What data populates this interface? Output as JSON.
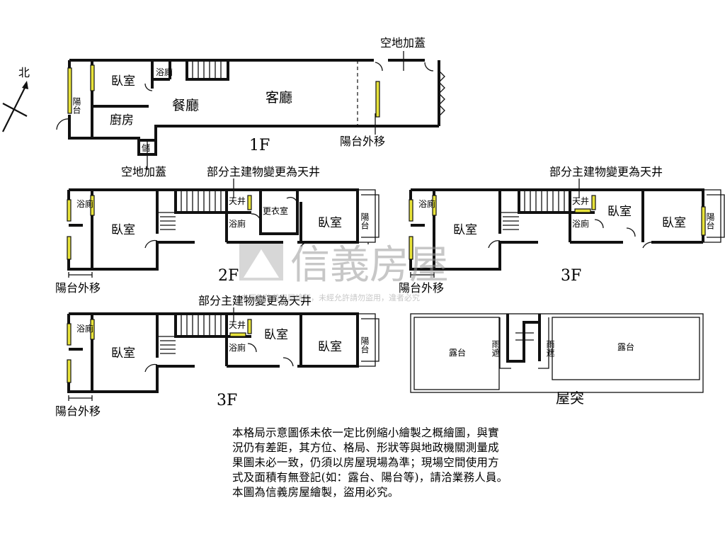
{
  "compass": {
    "north_label": "北"
  },
  "floor_1": {
    "floor_label": "1F",
    "rooms": {
      "bedroom": "臥室",
      "bath": "浴廁",
      "balcony": "陽台",
      "dining": "餐廳",
      "kitchen": "廚房",
      "living": "客廳",
      "storage": "儲"
    },
    "annotations": {
      "open_area_top": "空地加蓋",
      "open_area_bottom": "空地加蓋",
      "balcony_moved": "陽台外移"
    }
  },
  "floor_2": {
    "floor_label": "2F",
    "rooms": {
      "bath": "浴廁",
      "bedroom_left": "臥室",
      "skylight": "天井",
      "closet": "更衣室",
      "bath_mid": "浴廁",
      "bedroom_right": "臥室",
      "balcony": "陽台"
    },
    "annotations": {
      "skylight_change": "部分主建物變更為天井",
      "balcony_moved": "陽台外移"
    }
  },
  "floor_3a": {
    "floor_label": "3F",
    "rooms": {
      "bath": "浴廁",
      "bedroom_left": "臥室",
      "skylight": "天井",
      "bath_mid": "浴廁",
      "bedroom_mid": "臥室",
      "bedroom_right": "臥室",
      "balcony": "陽台"
    },
    "annotations": {
      "skylight_change": "部分主建物變更為天井",
      "balcony_moved": "陽台外移"
    }
  },
  "floor_3b": {
    "floor_label": "3F",
    "rooms": {
      "bath": "浴廁",
      "bedroom_left": "臥室",
      "skylight": "天井",
      "bath_mid": "浴廁",
      "bedroom_mid": "臥室",
      "bedroom_right": "臥室",
      "balcony": "陽台"
    },
    "annotations": {
      "skylight_change": "部分主建物變更為天井",
      "balcony_moved": "陽台外移"
    }
  },
  "roof": {
    "floor_label": "屋突",
    "rooms": {
      "terrace_left": "露台",
      "shelter_left": "雨遮",
      "shelter_right": "雨遮",
      "terrace_right": "露台"
    }
  },
  "watermark": {
    "brand": "信義房屋",
    "notice": "本圖為信義房屋繪製，未經允許請勿盜用，違者必究"
  },
  "disclaimer": [
    "本格局示意圖係未依一定比例縮小繪製之概繪圖，與實",
    "況仍有差距，其方位、格局、形狀等與地政機關測量成",
    "果圖未必一致，仍須以房屋現場為準；現場空間使用方",
    "式及面積有無登記(如：露台、陽台等)，請洽業務人員。",
    "本圖為信義房屋繪製，盜用必究。"
  ],
  "colors": {
    "wall": "#111111",
    "window_glass": "#e8e33a",
    "watermark": "#b8b8b8"
  }
}
